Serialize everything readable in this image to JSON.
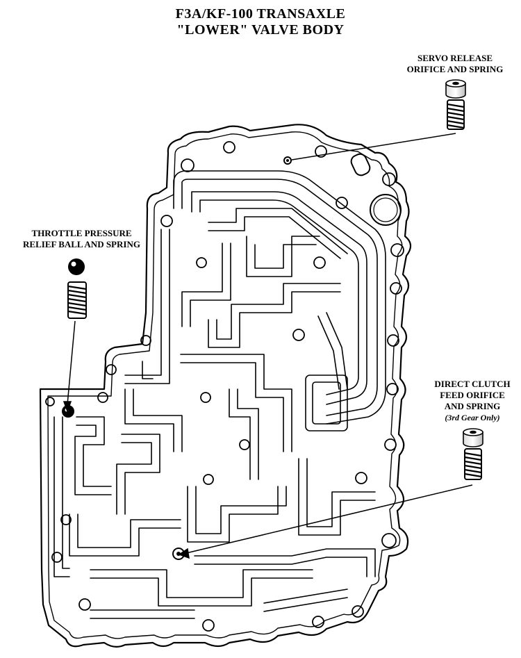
{
  "title": {
    "line1": "F3A/KF-100 TRANSAXLE",
    "line2": "\"LOWER\"  VALVE BODY"
  },
  "callouts": {
    "servo": {
      "line1": "SERVO RELEASE",
      "line2": "ORIFICE AND SPRING"
    },
    "throttle": {
      "line1": "THROTTLE PRESSURE",
      "line2": "RELIEF BALL AND SPRING"
    },
    "direct": {
      "line1": "DIRECT CLUTCH",
      "line2": "FEED ORIFICE",
      "line3": "AND SPRING",
      "note": "(3rd Gear Only)"
    }
  },
  "colors": {
    "ink": "#000000",
    "paper": "#ffffff"
  }
}
